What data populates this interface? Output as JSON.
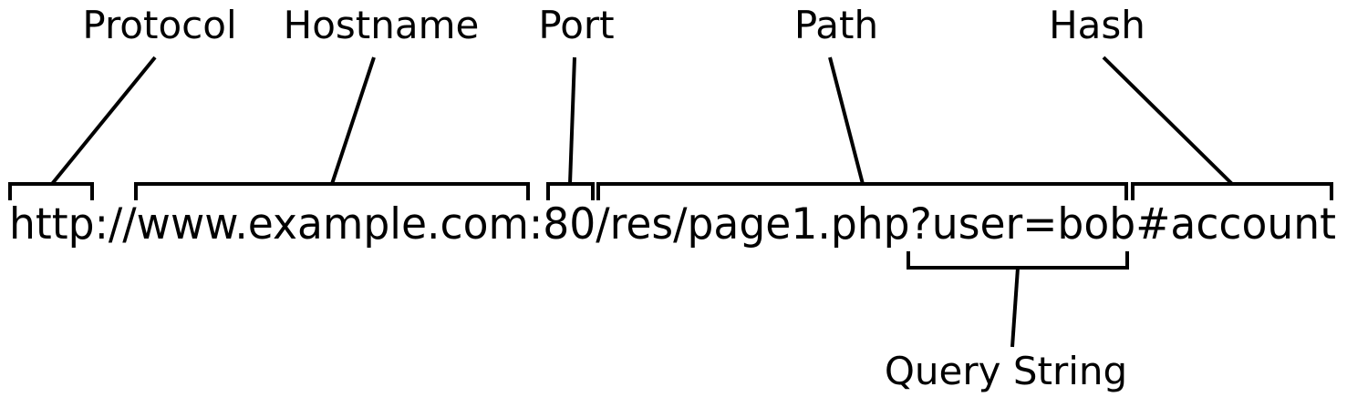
{
  "url": {
    "parts": [
      {
        "id": "protocol",
        "text": "http"
      },
      {
        "id": "separator-scheme",
        "text": "://"
      },
      {
        "id": "hostname",
        "text": "www.example.com"
      },
      {
        "id": "separator-port",
        "text": ":"
      },
      {
        "id": "port",
        "text": "80"
      },
      {
        "id": "path",
        "text": "/res/page1.php"
      },
      {
        "id": "query-string",
        "text": "?user=bob"
      },
      {
        "id": "hash",
        "text": "#account"
      }
    ]
  },
  "labels": {
    "protocol": "Protocol",
    "hostname": "Hostname",
    "port": "Port",
    "path": "Path",
    "hash": "Hash",
    "query_string": "Query String"
  }
}
